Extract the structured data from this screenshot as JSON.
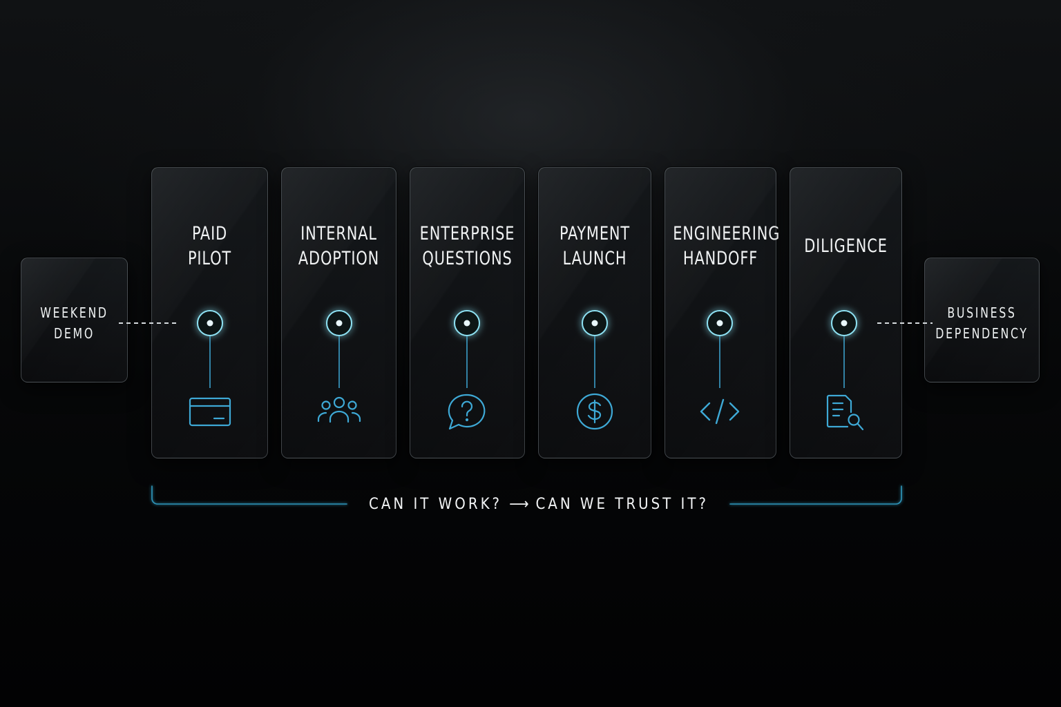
{
  "diagram": {
    "start": {
      "label": "WEEKEND\nDEMO"
    },
    "end": {
      "label": "BUSINESS\nDEPENDENCY"
    },
    "stages": [
      {
        "label": "PAID\nPILOT",
        "icon": "credit-card-icon"
      },
      {
        "label": "INTERNAL\nADOPTION",
        "icon": "team-icon"
      },
      {
        "label": "ENTERPRISE\nQUESTIONS",
        "icon": "question-bubble-icon"
      },
      {
        "label": "PAYMENT\nLAUNCH",
        "icon": "dollar-circle-icon"
      },
      {
        "label": "ENGINEERING\nHANDOFF",
        "icon": "code-icon"
      },
      {
        "label": "DILIGENCE",
        "icon": "document-search-icon"
      }
    ],
    "caption": {
      "left": "CAN IT WORK?",
      "arrow": "⟶",
      "right": "CAN WE TRUST IT?"
    },
    "colors": {
      "accent": "#5fd0ea",
      "icon": "#3ea9d6",
      "line": "#e6eaec"
    }
  }
}
